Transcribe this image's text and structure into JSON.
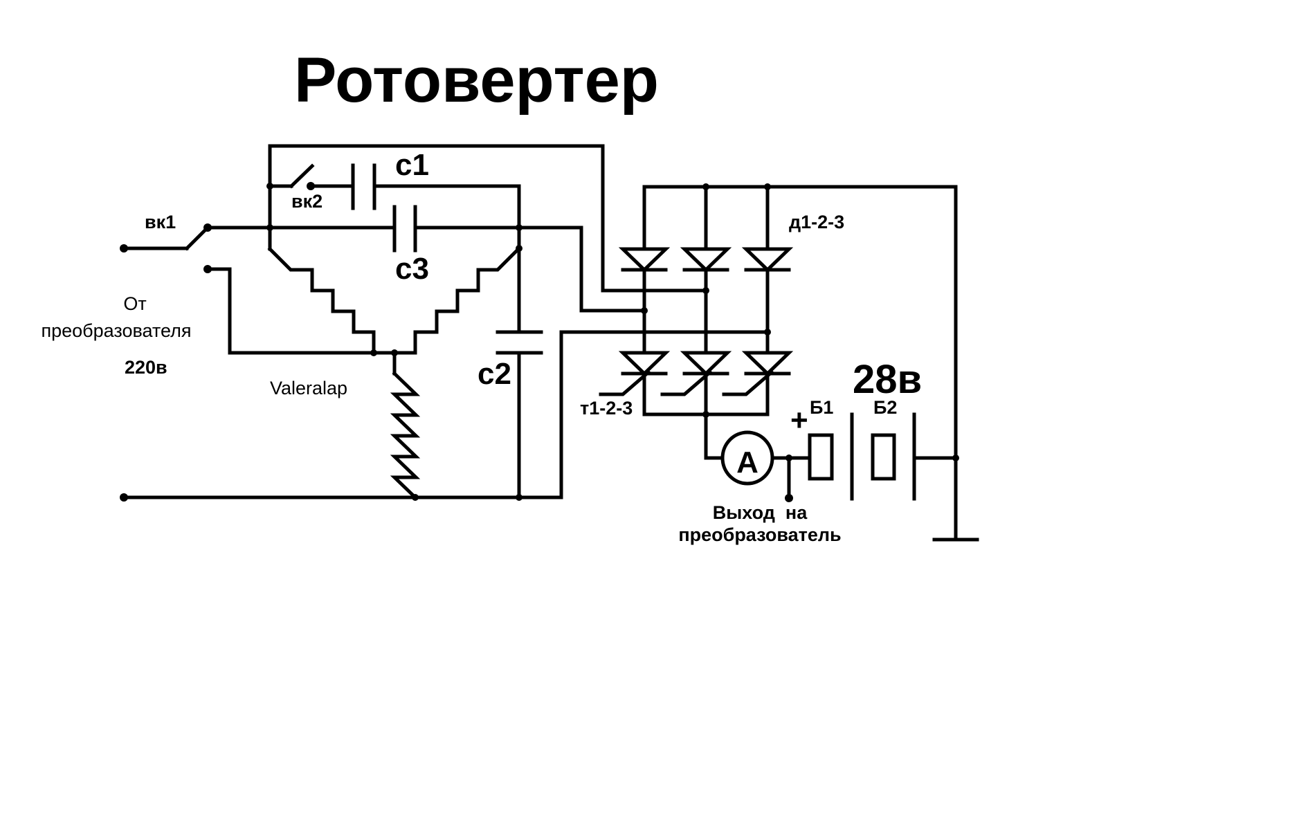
{
  "title": "Ротовертер",
  "labels": {
    "switch1": "вк1",
    "switch2": "вк2",
    "cap1": "с1",
    "cap2": "с2",
    "cap3": "с3",
    "source_line1": "От",
    "source_line2": "преобразователя",
    "source_voltage": "220в",
    "motor_name": "Valeralap",
    "diodes": "д1-2-3",
    "thyristors": "т1-2-3",
    "battery_voltage": "28в",
    "battery1": "Б1",
    "battery2": "Б2",
    "plus_sign": "+",
    "ammeter": "A",
    "output_line1": "Выход  на",
    "output_line2": "преобразователь"
  },
  "colors": {
    "ink": "#000000",
    "background": "#ffffff"
  }
}
